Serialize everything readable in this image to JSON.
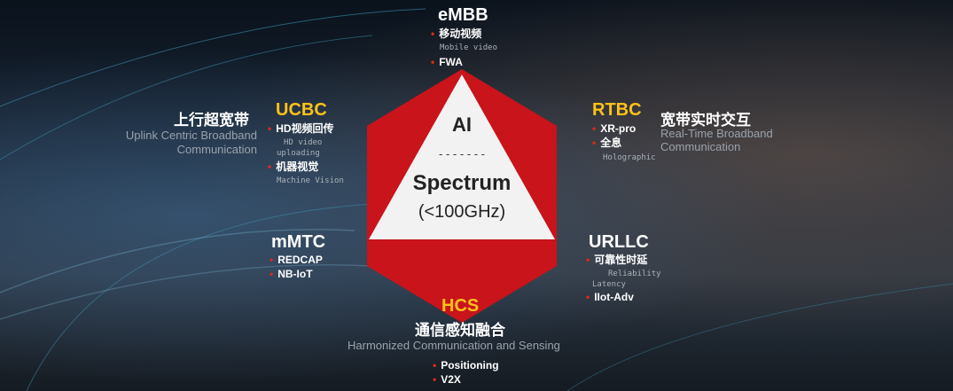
{
  "center": {
    "top": "AI",
    "divider": "- - - - - - -",
    "main": "Spectrum",
    "sub": "(<100GHz)"
  },
  "embb": {
    "title": "eMBB",
    "items": [
      {
        "label": "移动视频",
        "sub": "Mobile video"
      },
      {
        "label": "FWA",
        "sub": ""
      }
    ]
  },
  "ucbc": {
    "title": "UCBC",
    "cn": "上行超宽带",
    "en_line1": "Uplink Centric Broadband",
    "en_line2": "Communication",
    "items": [
      {
        "label": "HD视频回传",
        "sub_line1": "HD video",
        "sub_line2": "uploading"
      },
      {
        "label": "机器视觉",
        "sub": "Machine Vision"
      }
    ]
  },
  "rtbc": {
    "title": "RTBC",
    "cn": "宽带实时交互",
    "en_line1": "Real-Time Broadband",
    "en_line2": "Communication",
    "items": [
      {
        "label": "XR-pro"
      },
      {
        "label": "全息",
        "sub": "Holographic"
      }
    ]
  },
  "mmtc": {
    "title": "mMTC",
    "items": [
      {
        "label": "REDCAP"
      },
      {
        "label": "NB-IoT"
      }
    ]
  },
  "urllc": {
    "title": "URLLC",
    "items": [
      {
        "label": "可靠性时延",
        "sub_line1": "Reliability",
        "sub_line2": "Latency"
      },
      {
        "label": "IIot-Adv"
      }
    ]
  },
  "hcs": {
    "title": "HCS",
    "cn": "通信感知融合",
    "en": "Harmonized Communication and Sensing",
    "items": [
      {
        "label": "Positioning"
      },
      {
        "label": "V2X"
      }
    ]
  },
  "colors": {
    "hexagon": "#c8141a",
    "triangle": "#f2f2f2",
    "accent": "#ffc21a",
    "bullet": "#e0281c"
  }
}
